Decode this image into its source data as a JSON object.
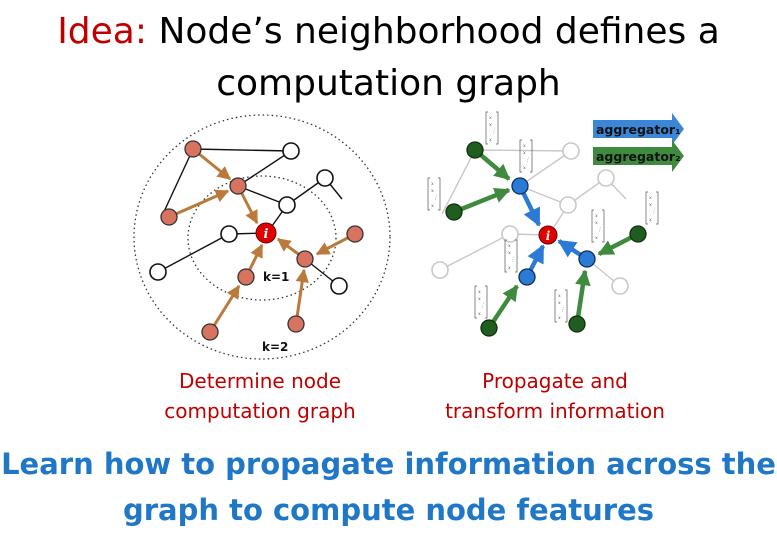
{
  "title": {
    "lead": "Idea:",
    "line1_rest": " Node’s neighborhood defines a",
    "line2": "computation graph"
  },
  "left_diagram": {
    "center_label": "i",
    "k1_label": "k=1",
    "k2_label": "k=2",
    "caption_line1": "Determine node",
    "caption_line2": "computation graph"
  },
  "right_diagram": {
    "center_label": "i",
    "legend": [
      {
        "label": "aggregator₁",
        "color": "#3b86d6"
      },
      {
        "label": "aggregator₂",
        "color": "#3f8a3f"
      }
    ],
    "caption_line1": "Propagate and",
    "caption_line2": "transform information"
  },
  "bottom": {
    "line1": "Learn how to propagate information across the",
    "line2": "graph to compute node features"
  },
  "colors": {
    "accent_red": "#c00000",
    "bottom_blue": "#1f77c5",
    "node_orange": "#d8735f",
    "edge_orange": "#b97a3c",
    "node_blue": "#2a7ad6",
    "node_green": "#1f5e1f",
    "edge_green": "#3f8a3f"
  }
}
